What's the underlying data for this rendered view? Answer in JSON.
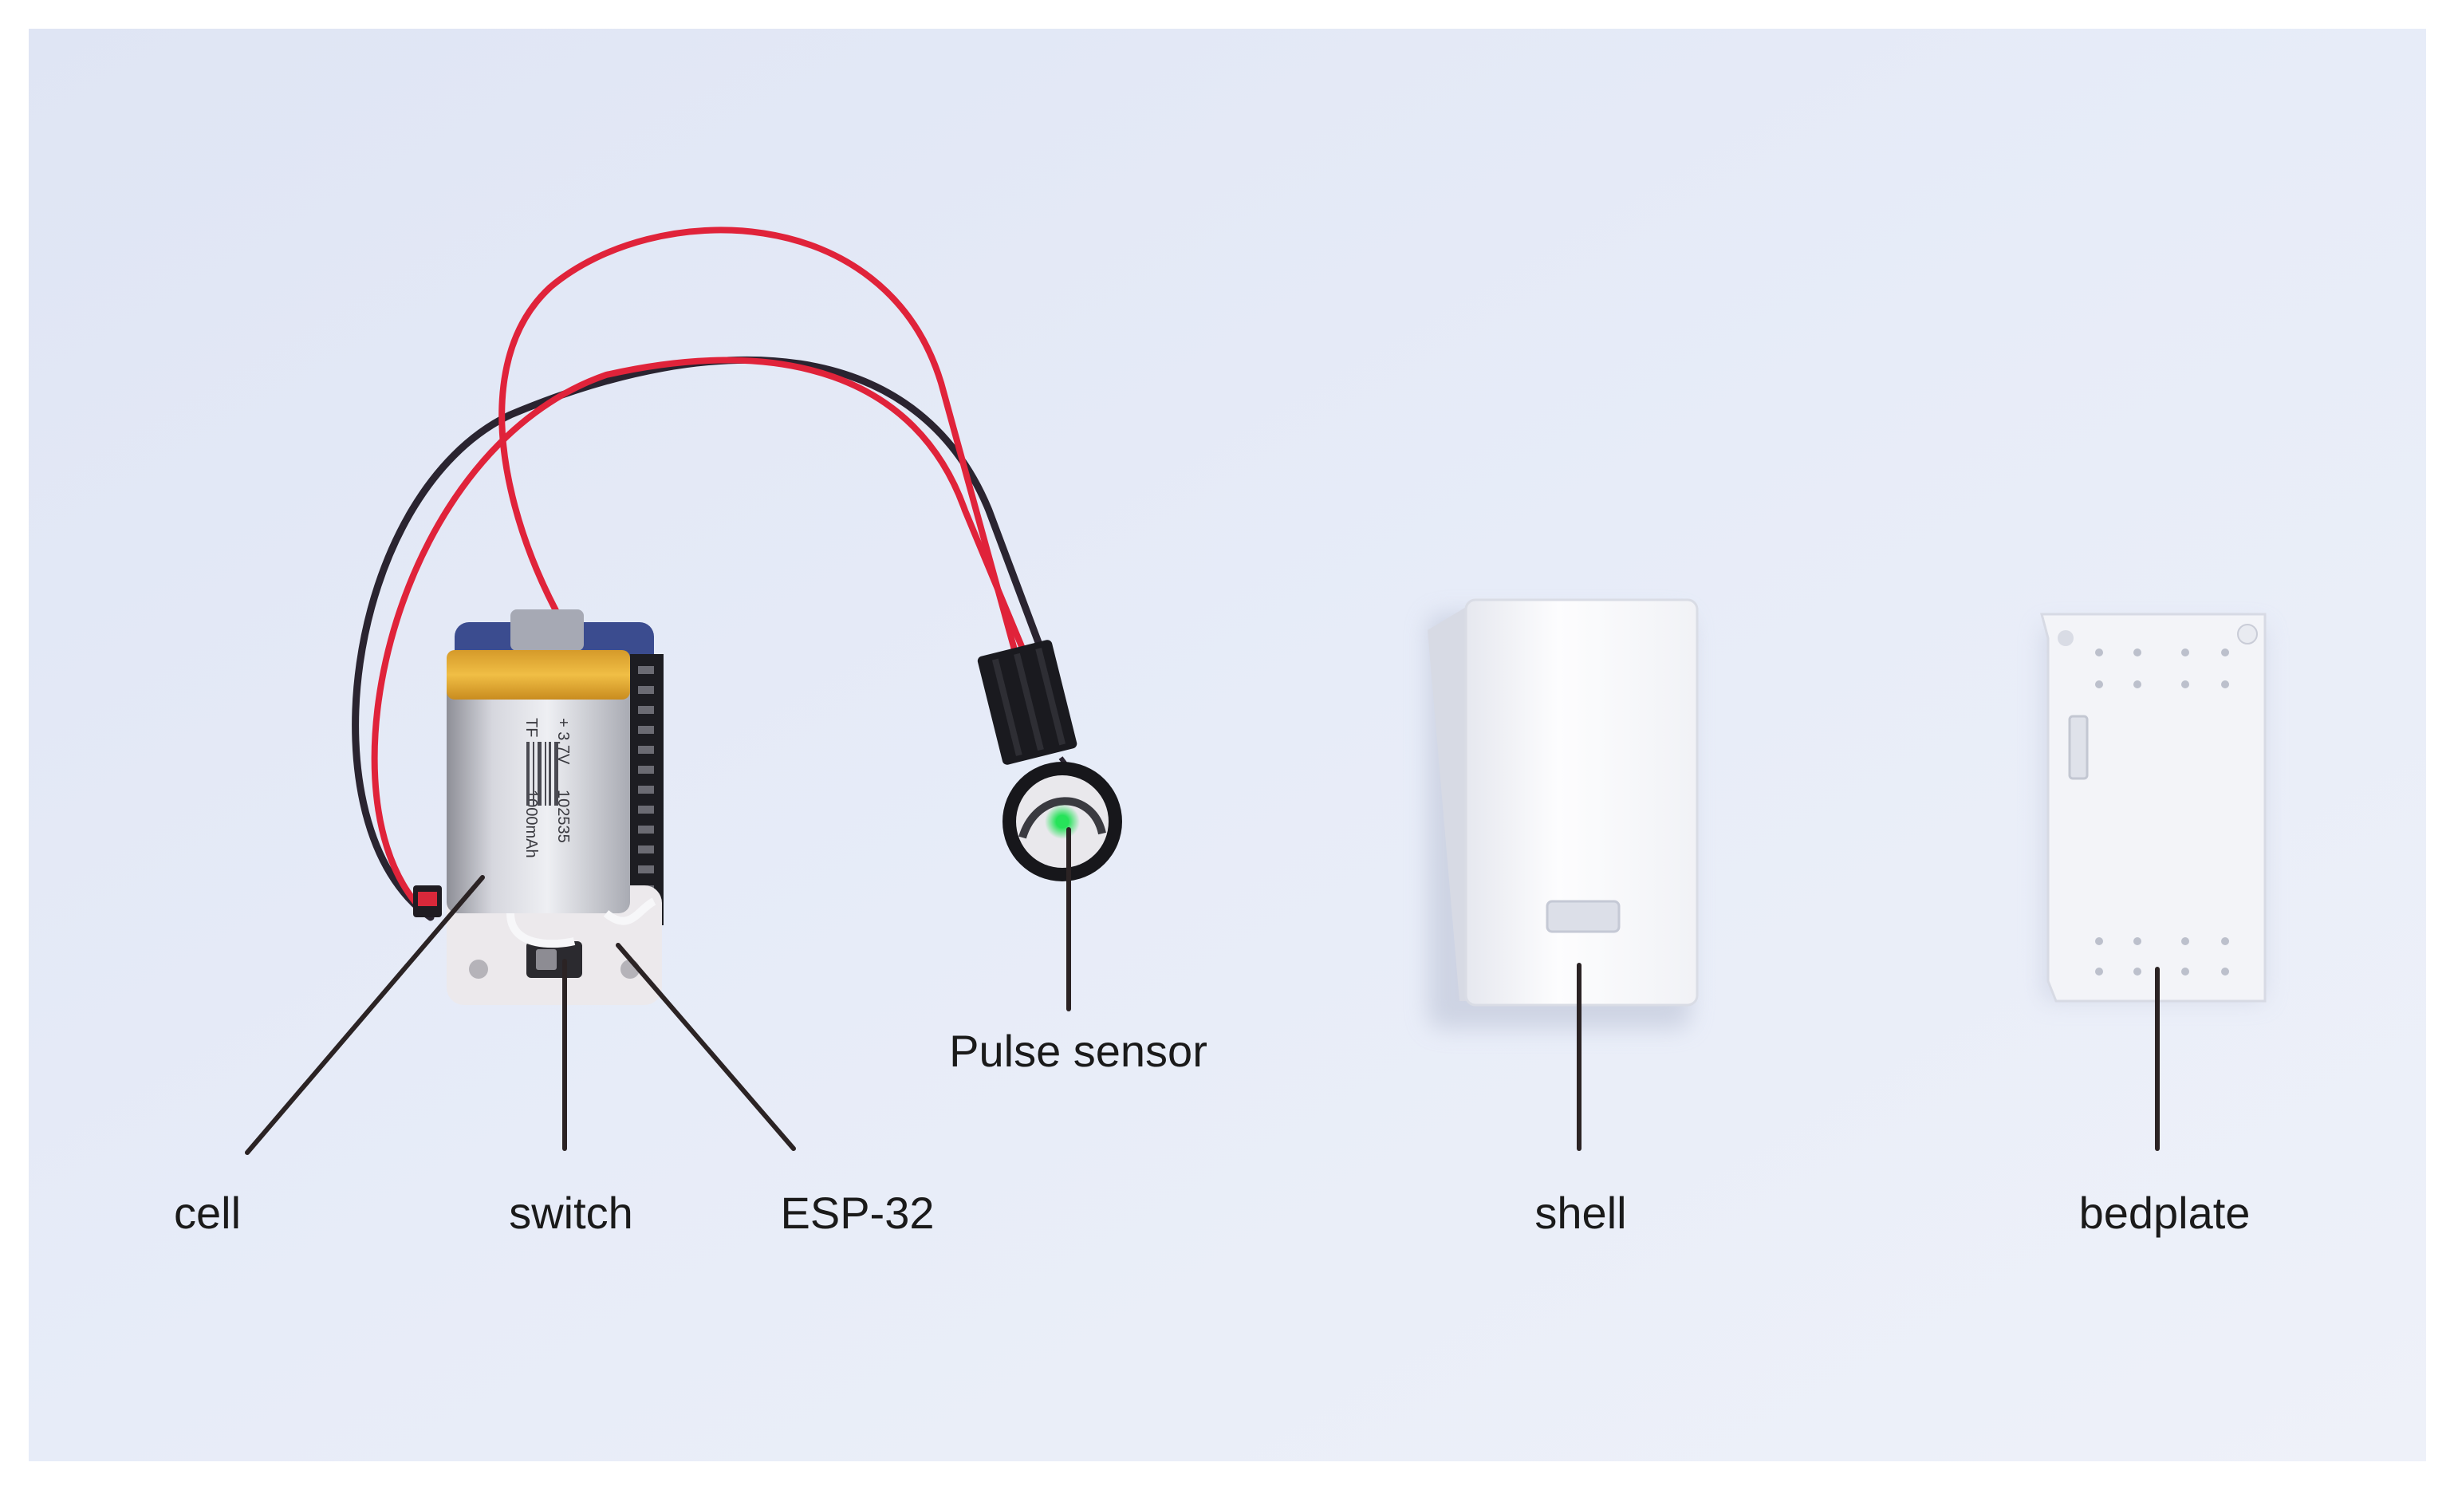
{
  "figure": {
    "labels": {
      "cell": "cell",
      "switch": "switch",
      "esp32": "ESP-32",
      "pulse_sensor": "Pulse sensor",
      "shell": "shell",
      "bedplate": "bedplate"
    },
    "battery_print": {
      "line1": "+ 3.7V",
      "line2": "1000mAh",
      "code": "102535",
      "brand": "TF"
    },
    "colors": {
      "background": "#e4e9f6",
      "wire_red": "#e0233a",
      "wire_black": "#2a2430",
      "leader_line": "#2b2324",
      "label_text": "#1a1a1a",
      "sensor_led": "#27e35a"
    }
  }
}
